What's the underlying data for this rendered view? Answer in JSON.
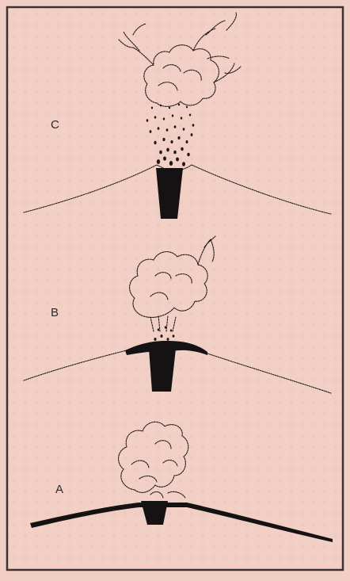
{
  "panels": [
    {
      "id": "C",
      "label": "C"
    },
    {
      "id": "B",
      "label": "B"
    },
    {
      "id": "A",
      "label": "A"
    }
  ],
  "colors": {
    "background": "#f2cfc4",
    "frame": "#3a3535",
    "ink": "#1e1a1a",
    "vent_fill": "#141212"
  }
}
